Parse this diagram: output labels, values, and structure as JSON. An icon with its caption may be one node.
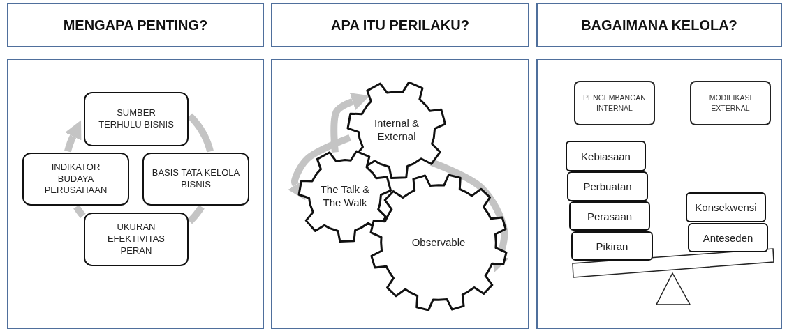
{
  "diagram": {
    "nodes": [
      {
        "text": [
          "MENGAPA PENTING?"
        ]
      },
      {
        "text": [],
        "shape": "box"
      },
      {
        "text": [
          "SUMBER TERHULU BISNIS"
        ],
        "in": 1
      },
      {
        "text": [
          "BASIS TATA KELOLA BISNIS"
        ],
        "in": 1
      },
      {
        "text": [
          "UKURAN EFEKTIVITAS PERAN"
        ],
        "in": 1
      },
      {
        "text": [
          "INDIKATOR BUDAYA PERUSAHAAN"
        ],
        "in": 1
      },
      {
        "text": [
          "APA ITU PERILAKU?"
        ]
      },
      {
        "text": [],
        "shape": "box"
      },
      {
        "text": [
          "Internal & External"
        ],
        "in": 7
      },
      {
        "text": [
          "The Talk & The Walk"
        ],
        "in": 7
      },
      {
        "text": [
          "Observable"
        ],
        "in": 7
      },
      {
        "text": [
          "BAGAIMANA KELOLA?"
        ]
      },
      {
        "text": [],
        "shape": "box"
      },
      {
        "text": [
          "PENGEMBANGAN INTERNAL"
        ],
        "in": 12
      },
      {
        "text": [
          "MODIFIKASI EXTERNAL"
        ],
        "in": 12
      },
      {
        "text": [
          "Kebiasaan"
        ],
        "in": 12
      },
      {
        "text": [
          "Perbuatan"
        ],
        "in": 12
      },
      {
        "text": [
          "Perasaan"
        ],
        "in": 12
      },
      {
        "text": [
          "Pikiran"
        ],
        "in": 12
      },
      {
        "text": [
          "Konsekwensi"
        ],
        "in": 12
      },
      {
        "text": [
          "Anteseden"
        ],
        "in": 12
      }
    ],
    "edges": [
      {
        "from": 2,
        "to": 3,
        "arrow": "none"
      },
      {
        "from": 3,
        "to": 4,
        "arrow": "none"
      },
      {
        "from": 4,
        "to": 5,
        "arrow": "none"
      },
      {
        "from": 5,
        "to": 2,
        "arrow": "to"
      },
      {
        "from": 9,
        "to": 8,
        "arrow": "to"
      },
      {
        "from": 8,
        "to": 9,
        "arrow": "to"
      },
      {
        "from": 8,
        "to": 10,
        "arrow": "to"
      }
    ]
  }
}
